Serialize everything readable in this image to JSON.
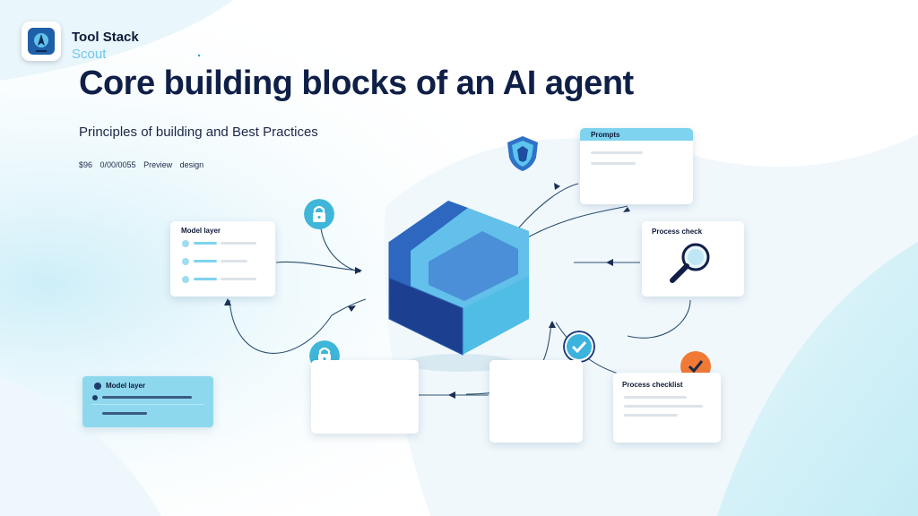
{
  "brand": {
    "name": "Tool Stack",
    "sub": "Scout"
  },
  "title": "Core building blocks of an AI agent",
  "subtitle": "Principles of building and Best Practices",
  "meta": {
    "left": "$96 0/00/0055",
    "right": "Preview design"
  },
  "cards": {
    "left_top": {
      "title": "Model layer"
    },
    "left_bottom": {
      "title": "Model layer"
    },
    "right_top": {
      "title": "Prompts"
    },
    "right_middle": {
      "title": "Process check"
    },
    "right_bottom": {
      "title": "Process checklist"
    }
  },
  "colors": {
    "accent_cyan": "#5cc8e8",
    "cube_blue": "#2f72c6",
    "dark_navy": "#0f1f47",
    "check_orange": "#f07a35"
  },
  "icons": [
    "shield-icon",
    "lock-icon",
    "lock-icon",
    "check-icon",
    "check-icon",
    "magnifier-icon"
  ]
}
